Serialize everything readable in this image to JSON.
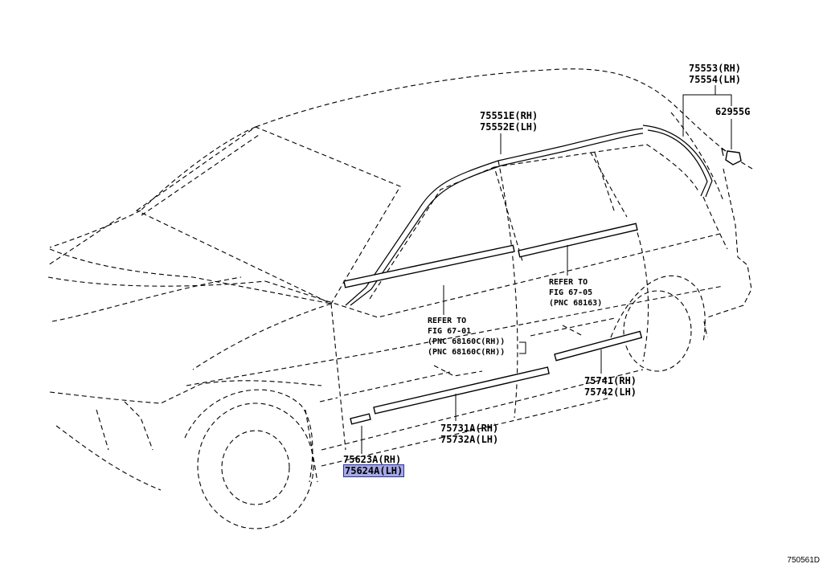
{
  "parts": {
    "p75553": "75553(RH)",
    "p75554": "75554(LH)",
    "p62955": "62955G",
    "p75551": "75551E(RH)",
    "p75552": "75552E(LH)",
    "p75623": "75623A(RH)",
    "p75624": "75624A(LH)",
    "p75731": "75731A(RH)",
    "p75732": "75732A(LH)",
    "p75741": "75741(RH)",
    "p75742": "75742(LH)"
  },
  "references": {
    "front": {
      "line1": "REFER TO",
      "line2": "FIG 67-01",
      "line3": "(PNC 68160C(RH))",
      "line4": "(PNC 68160C(RH))"
    },
    "rear": {
      "line1": "REFER TO",
      "line2": "FIG 67-05",
      "line3": "(PNC 68163)"
    }
  },
  "highlight_color": "#a5a8e6",
  "figure_code": "750561D"
}
